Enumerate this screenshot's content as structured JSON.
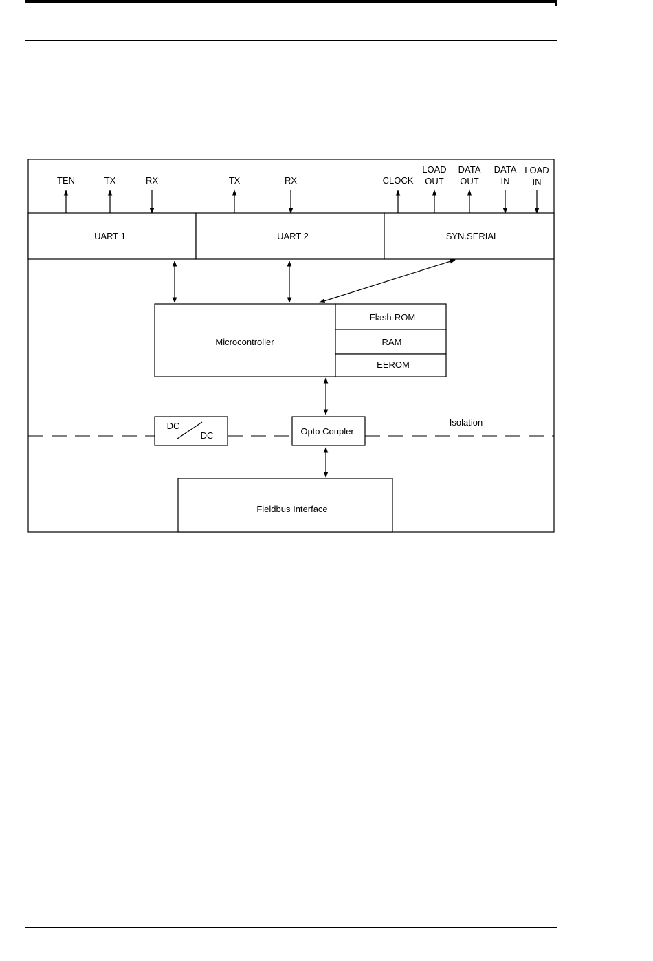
{
  "signals": {
    "ten": "TEN",
    "tx1": "TX",
    "rx1": "RX",
    "tx2": "TX",
    "rx2": "RX",
    "clock": "CLOCK",
    "load_out": [
      "LOAD",
      "OUT"
    ],
    "data_out": [
      "DATA",
      "OUT"
    ],
    "data_in": [
      "DATA",
      "IN"
    ],
    "load_in": [
      "LOAD",
      "IN"
    ]
  },
  "blocks": {
    "uart1": "UART 1",
    "uart2": "UART 2",
    "syn_serial": "SYN.SERIAL",
    "microcontroller": "Microcontroller",
    "flash_rom": "Flash-ROM",
    "ram": "RAM",
    "eerom": "EEROM",
    "dc_top": "DC",
    "dc_bottom": "DC",
    "opto_coupler": "Opto Coupler",
    "isolation": "Isolation",
    "fieldbus_interface": "Fieldbus Interface"
  }
}
